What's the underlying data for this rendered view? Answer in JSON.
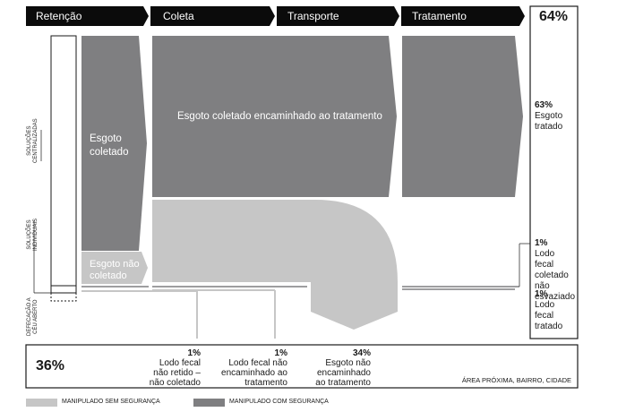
{
  "stages": [
    "Retenção",
    "Coleta",
    "Transporte",
    "Tratamento"
  ],
  "top_total": "64%",
  "bottom_total": "36%",
  "side_labels": {
    "centralized": [
      "SOLUÇÕES",
      "CENTRALIZADAS"
    ],
    "individual": [
      "SOLUÇÕES",
      "INDIVIDUAIS"
    ],
    "open_defecation": [
      "DEFECAÇÃO A",
      "CÉU ABERTO"
    ]
  },
  "flows": {
    "esgoto_coletado": "Esgoto coletado",
    "esgoto_nao_coletado": "Esgoto não coletado",
    "encaminhado": "Esgoto coletado encaminhado ao tratamento"
  },
  "right_labels": {
    "tratado": {
      "pct": "63%",
      "text": "Esgoto tratado"
    },
    "nao_esvaziado": {
      "pct": "1%",
      "text": "Lodo fecal coletado não esvaziado"
    },
    "lodo_tratado": {
      "pct": "1%",
      "text": "Lodo fecal tratado"
    }
  },
  "bottom_labels": {
    "nao_retido": {
      "pct": "1%",
      "text": "Lodo fecal não retido – não coletado"
    },
    "nao_encaminhado_lodo": {
      "pct": "1%",
      "text": "Lodo fecal não encaminhado ao tratamento"
    },
    "nao_encaminhado_esgoto": {
      "pct": "34%",
      "text": "Esgoto não encaminhado ao tratamento"
    },
    "area": "ÁREA PRÓXIMA, BAIRRO, CIDADE"
  },
  "legend": {
    "unsafe": "MANIPULADO SEM SEGURANÇA",
    "safe": "MANIPULADO COM SEGURANÇA"
  },
  "colors": {
    "header": "#0b0b0b",
    "safe": "#7f7f81",
    "unsafe": "#c6c6c6",
    "line": "#1a1a1a"
  }
}
